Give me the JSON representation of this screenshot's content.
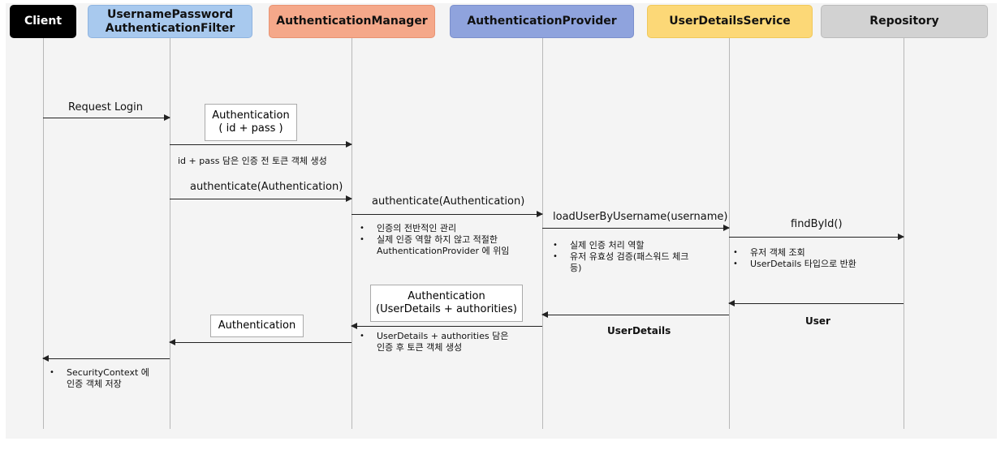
{
  "participants": [
    {
      "id": "client",
      "line1": "Client",
      "line2": "",
      "bg": "#000000",
      "fg": "#ffffff",
      "border": "#000000"
    },
    {
      "id": "filter",
      "line1": "UsernamePassword",
      "line2": "AuthenticationFilter",
      "bg": "#a8c9ee",
      "fg": "#111111",
      "border": "#8fb4e0"
    },
    {
      "id": "manager",
      "line1": "AuthenticationManager",
      "line2": "",
      "bg": "#f5a88a",
      "fg": "#111111",
      "border": "#e89373"
    },
    {
      "id": "provider",
      "line1": "AuthenticationProvider",
      "line2": "",
      "bg": "#8fa3dd",
      "fg": "#111111",
      "border": "#7b8fcc"
    },
    {
      "id": "uds",
      "line1": "UserDetailsService",
      "line2": "",
      "bg": "#fcd877",
      "fg": "#111111",
      "border": "#f0c85a"
    },
    {
      "id": "repo",
      "line1": "Repository",
      "line2": "",
      "bg": "#d2d2d2",
      "fg": "#111111",
      "border": "#bcbcbc"
    }
  ],
  "messages": {
    "request_login": "Request Login",
    "auth_box_line1": "Authentication",
    "auth_box_line2": "( id + pass )",
    "token_created": "id + pass 담은 인증 전 토큰 객체 생성",
    "authenticate_1": "authenticate(Authentication)",
    "authenticate_2": "authenticate(Authentication)",
    "load_user": "loadUserByUsername(username)",
    "find_by_id": "findById()",
    "return_user": "User",
    "return_userdetails": "UserDetails",
    "auth_result_line1": "Authentication",
    "auth_result_line2": "(UserDetails +  authorities)",
    "return_auth": "Authentication"
  },
  "notes": {
    "manager": [
      "인증의 전반적인 관리",
      "실제 인증 역할 하지 않고 적절한",
      "AuthenticationProvider 에 위임"
    ],
    "provider": [
      "실제 인증 처리 역할",
      "유저 유효성 검증(패스워드 체크",
      "등)"
    ],
    "uds": [
      "유저 객체 조회",
      "UserDetails 타입으로 반환"
    ],
    "result": [
      "UserDetails +  authorities 담은",
      "인증 후 토큰 객체 생성"
    ],
    "client": [
      "SecurityContext 에",
      "인증 객체 저장"
    ]
  }
}
